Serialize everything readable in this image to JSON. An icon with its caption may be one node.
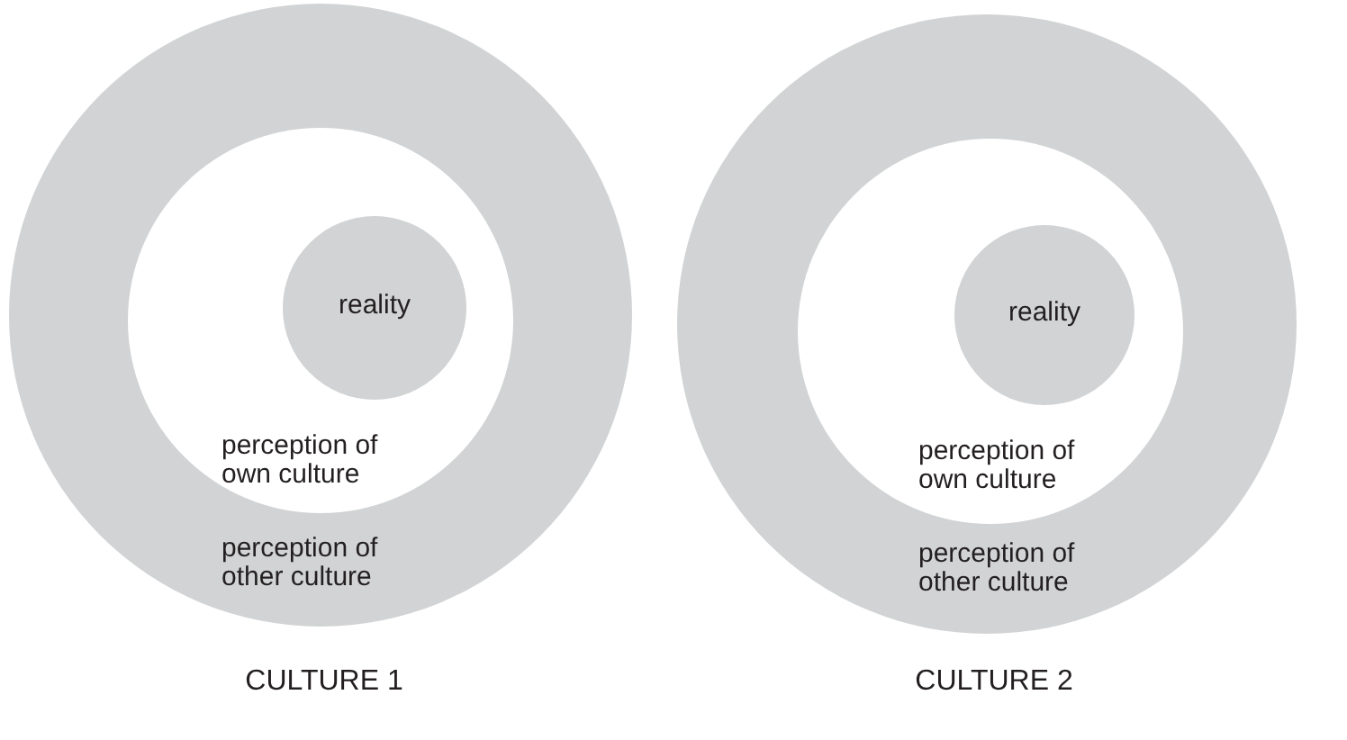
{
  "diagram": {
    "nodes": [
      {
        "text": [
          "perception of other culture"
        ],
        "beside": [
          "CULTURE 1"
        ]
      },
      {
        "text": [
          "perception of own culture"
        ],
        "in": 0
      },
      {
        "text": [
          "reality"
        ],
        "in": 1
      },
      {
        "text": [
          "perception of other culture"
        ],
        "beside": [
          "CULTURE 2"
        ]
      },
      {
        "text": [
          "perception of own culture"
        ],
        "in": 3
      },
      {
        "text": [
          "reality"
        ],
        "in": 4
      }
    ]
  }
}
